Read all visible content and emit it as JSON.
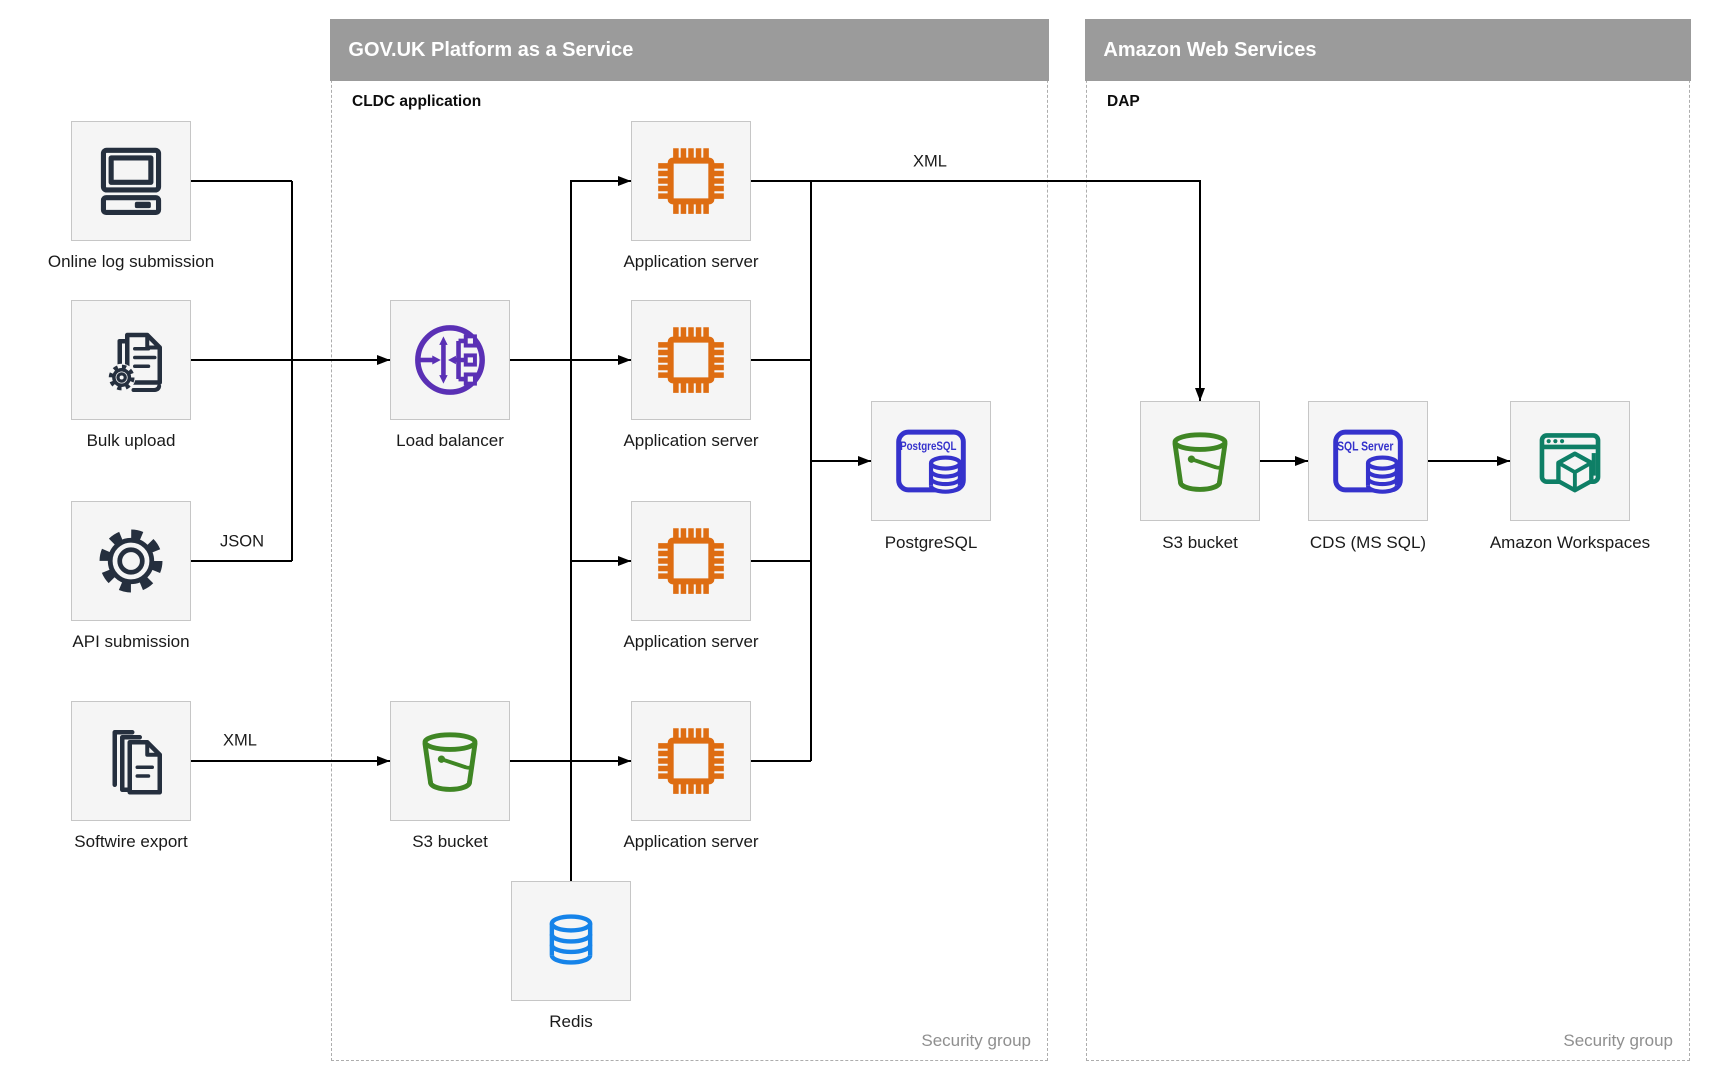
{
  "zones": [
    {
      "title": "GOV.UK Platform as a Service",
      "sublabel": "CLDC application",
      "footer": "Security group"
    },
    {
      "title": "Amazon Web Services",
      "sublabel": "DAP",
      "footer": "Security group"
    }
  ],
  "edge_labels": {
    "json": "JSON",
    "xml_left": "XML",
    "xml_right": "XML"
  },
  "nodes": [
    {
      "id": "online-log-submission",
      "label": "Online log submission",
      "icon": "desktop-computer-icon"
    },
    {
      "id": "bulk-upload",
      "label": "Bulk upload",
      "icon": "documents-gear-icon"
    },
    {
      "id": "api-submission",
      "label": "API submission",
      "icon": "gear-icon"
    },
    {
      "id": "softwire-export",
      "label": "Softwire export",
      "icon": "stacked-documents-icon"
    },
    {
      "id": "load-balancer",
      "label": "Load balancer",
      "icon": "load-balancer-icon"
    },
    {
      "id": "application-server-1",
      "label": "Application server",
      "icon": "chip-icon"
    },
    {
      "id": "application-server-2",
      "label": "Application server",
      "icon": "chip-icon"
    },
    {
      "id": "application-server-3",
      "label": "Application server",
      "icon": "chip-icon"
    },
    {
      "id": "application-server-4",
      "label": "Application server",
      "icon": "chip-icon"
    },
    {
      "id": "postgresql",
      "label": "PostgreSQL",
      "icon": "postgresql-icon",
      "icon_text": "PostgreSQL"
    },
    {
      "id": "s3-bucket-paas",
      "label": "S3 bucket",
      "icon": "s3-bucket-icon"
    },
    {
      "id": "redis",
      "label": "Redis",
      "icon": "database-cylinder-icon"
    },
    {
      "id": "s3-bucket-aws",
      "label": "S3 bucket",
      "icon": "s3-bucket-icon"
    },
    {
      "id": "cds-ms-sql",
      "label": "CDS (MS SQL)",
      "icon": "sql-server-icon",
      "icon_text": "SQL Server"
    },
    {
      "id": "amazon-workspaces",
      "label": "Amazon Workspaces",
      "icon": "workspaces-icon"
    }
  ],
  "colors": {
    "icon_navy": "#252F3E",
    "compute_orange": "#DE6D12",
    "network_purple": "#5A30B5",
    "database_blue": "#3532CC",
    "redis_blue": "#1583E9",
    "storage_green": "#3F8624",
    "workspaces_teal": "#0E7F66",
    "zone_header_gray": "#9B9B9B",
    "node_fill": "#F5F5F5",
    "node_border": "#C6C6C6",
    "dashed_border": "#ADADAD",
    "connector_black": "#000000",
    "footer_gray": "#8F8F8F"
  }
}
